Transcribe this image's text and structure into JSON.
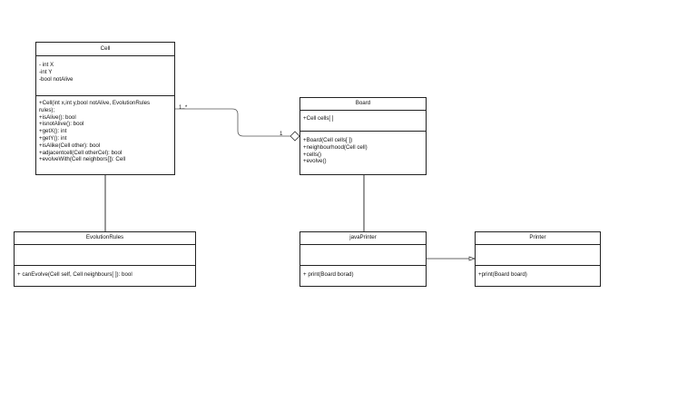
{
  "classes": {
    "cell": {
      "name": "Cell",
      "attributes": [
        "- int X",
        "-int Y",
        "-bool notAlive"
      ],
      "methods": [
        "+Cell(int x,int y,bool notAlive, EvolutionRules",
        "rules);",
        "+isAlive(): bool",
        "+isnotAlive(): bool",
        "+getX(): int",
        "+getY(): int",
        "+isAlike(Cell other): bool",
        "+adjacentcell(Cell otherCel): bool",
        "+evolveWith(Cell neighbors[]): Cell"
      ]
    },
    "board": {
      "name": "Board",
      "attributes": [
        "+Cell cells[ ]"
      ],
      "methods": [
        "+Board(Cell cells[ ])",
        "+neighbourhood(Cell cell)",
        "+cells()",
        "+evolve()"
      ]
    },
    "evolution_rules": {
      "name": "EvolutionRules",
      "attributes": [],
      "methods": [
        "+ canEvolve(Cell self, Cell neighbours[ ]): bool"
      ]
    },
    "java_printer": {
      "name": "javaPrinter",
      "attributes": [],
      "methods": [
        "+ print(Board borad)"
      ]
    },
    "printer": {
      "name": "Printer",
      "attributes": [],
      "methods": [
        "+print(Board board)"
      ]
    }
  },
  "relations": {
    "cell_board_multiplicity_cell_end": "1..*",
    "cell_board_multiplicity_board_end": "1"
  }
}
